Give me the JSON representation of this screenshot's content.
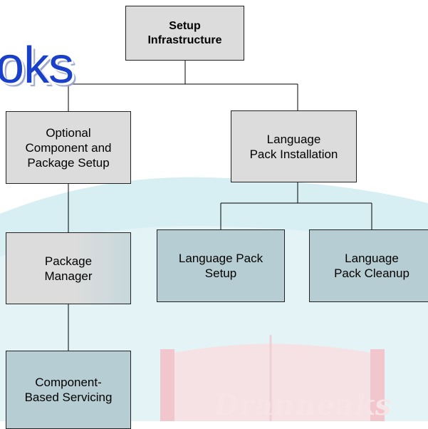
{
  "overlay_text": "oks",
  "watermark_text": "Dranneaks",
  "colors": {
    "watermark_teal": "#cfe9ef",
    "watermark_red": "#f4c9cf",
    "box_teal": "#b6ced3",
    "box_gray": "#dcdcdc",
    "overlay_blue": "#1a3fc9"
  },
  "nodes": {
    "setup_infrastructure": [
      "Setup",
      "Infrastructure"
    ],
    "optional_component": [
      "Optional",
      "Component and",
      "Package Setup"
    ],
    "language_pack_installation": [
      "Language",
      "Pack Installation"
    ],
    "package_manager": [
      "Package",
      "Manager"
    ],
    "language_pack_setup": [
      "Language Pack",
      "Setup"
    ],
    "language_pack_cleanup": [
      "Language",
      "Pack Cleanup"
    ],
    "component_based_servicing": [
      "Component-",
      "Based Servicing"
    ]
  }
}
